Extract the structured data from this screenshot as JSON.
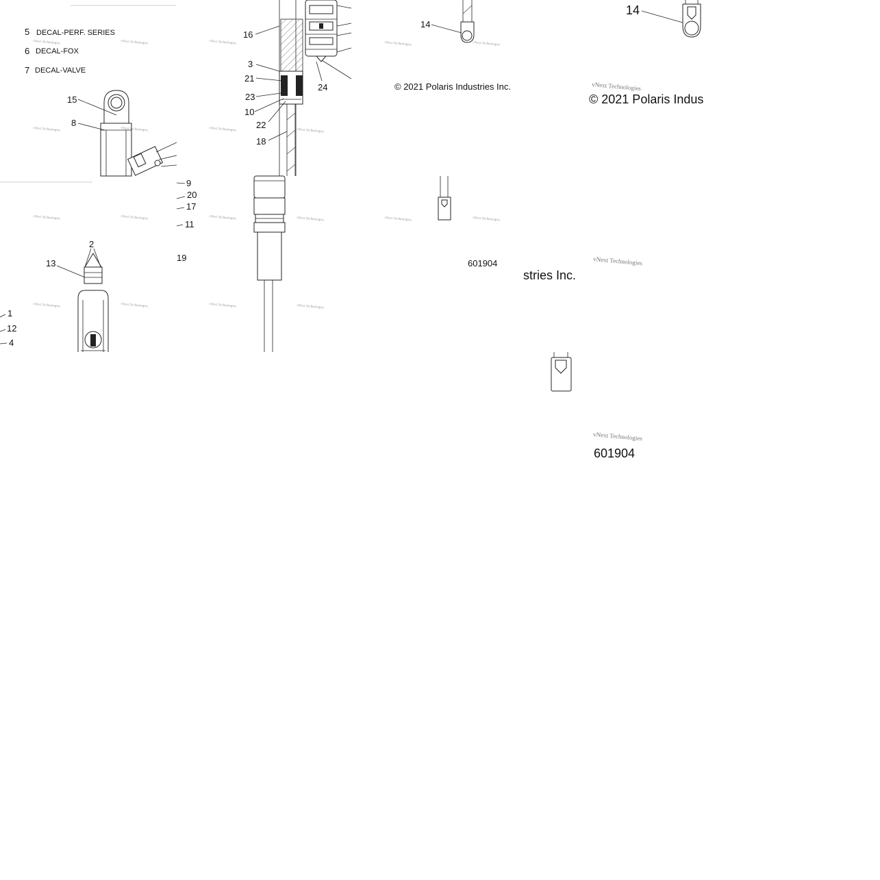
{
  "legend": {
    "items": [
      {
        "num": "5",
        "label": "DECAL-PERF. SERIES"
      },
      {
        "num": "6",
        "label": "DECAL-FOX"
      },
      {
        "num": "7",
        "label": "DECAL-VALVE"
      }
    ]
  },
  "callouts": {
    "c2": "2",
    "c13": "13",
    "c1": "1",
    "c12": "12",
    "c4": "4",
    "c15": "15",
    "c8": "8",
    "c9": "9",
    "c20": "20",
    "c17": "17",
    "c11": "11",
    "c19": "19",
    "c16": "16",
    "c3": "3",
    "c21": "21",
    "c23": "23",
    "c10": "10",
    "c22": "22",
    "c18": "18",
    "c24": "24",
    "c14a": "14",
    "c14b": "14"
  },
  "copyright": {
    "small": "© 2021 Polaris Industries Inc.",
    "large": "© 2021 Polaris Indus",
    "fragment": "stries Inc."
  },
  "drawing_number": {
    "small": "601904",
    "large": "601904"
  },
  "watermark": {
    "text": "vNext Technologies"
  }
}
